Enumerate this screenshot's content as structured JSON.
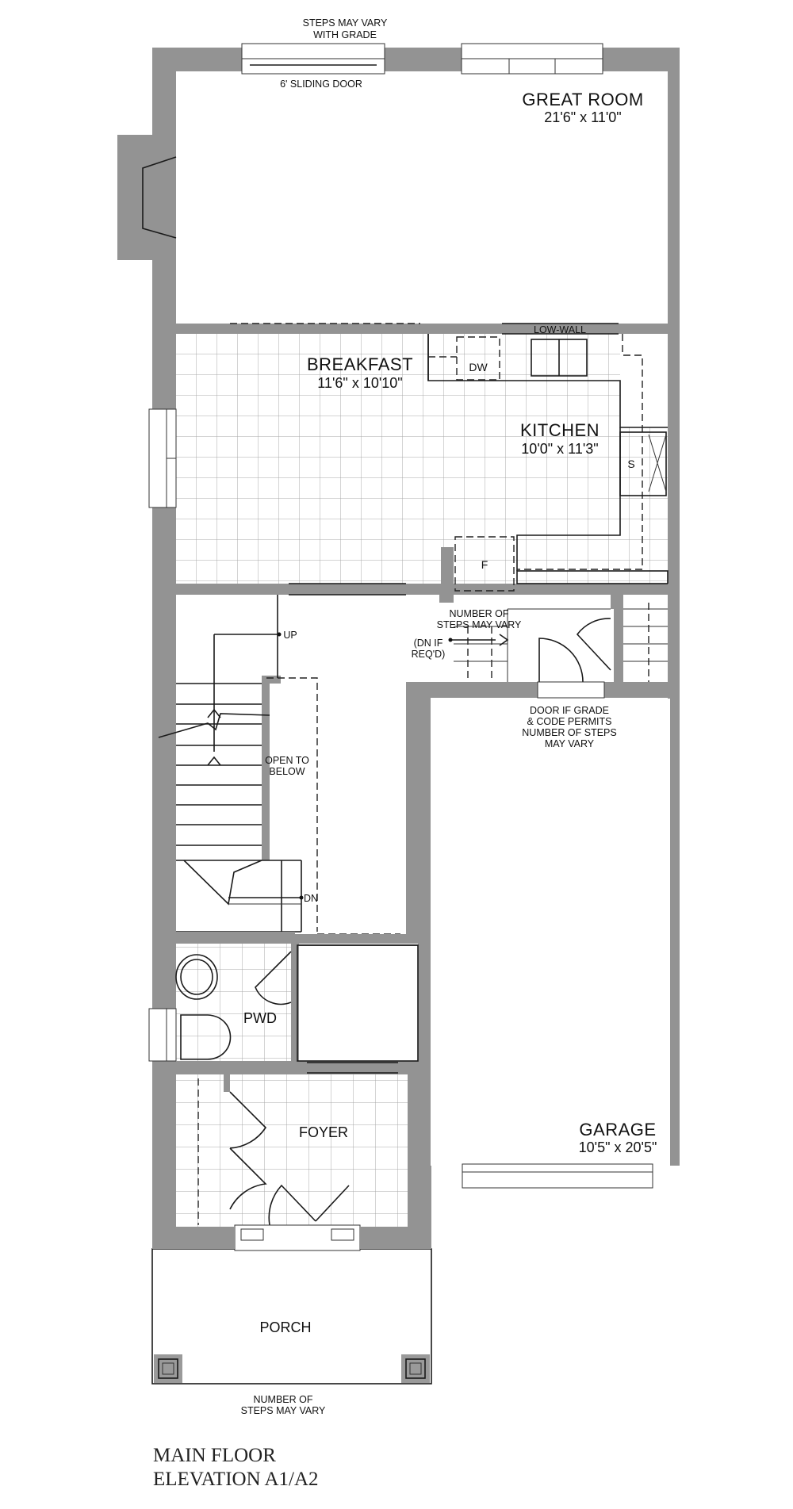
{
  "rooms": {
    "great_room": {
      "name": "GREAT ROOM",
      "dims": "21'6\" x 11'0\""
    },
    "breakfast": {
      "name": "BREAKFAST",
      "dims": "11'6\" x 10'10\""
    },
    "kitchen": {
      "name": "KITCHEN",
      "dims": "10'0\" x 11'3\""
    },
    "garage": {
      "name": "GARAGE",
      "dims": "10'5\" x 20'5\""
    },
    "pwd": {
      "name": "PWD"
    },
    "foyer": {
      "name": "FOYER"
    },
    "porch": {
      "name": "PORCH"
    }
  },
  "notes": {
    "steps_grade_1": "STEPS MAY VARY",
    "steps_grade_2": "WITH GRADE",
    "sliding_door": "6' SLIDING DOOR",
    "low_wall": "LOW-WALL",
    "dw": "DW",
    "sink": "S",
    "fridge": "F",
    "num_steps_1": "NUMBER OF",
    "num_steps_2": "STEPS MAY VARY",
    "dn_if_1": "(DN IF",
    "dn_if_2": "REQ'D)",
    "door_grade_1": "DOOR  IF GRADE",
    "door_grade_2": "& CODE PERMITS",
    "door_grade_3": "NUMBER OF STEPS",
    "door_grade_4": "MAY VARY",
    "up": "UP",
    "dn": "DN",
    "open_below_1": "OPEN TO",
    "open_below_2": "BELOW",
    "porch_steps_1": "NUMBER OF",
    "porch_steps_2": "STEPS MAY VARY"
  },
  "plan_title": {
    "line1": "MAIN FLOOR",
    "line2": "ELEVATION A1/A2"
  }
}
